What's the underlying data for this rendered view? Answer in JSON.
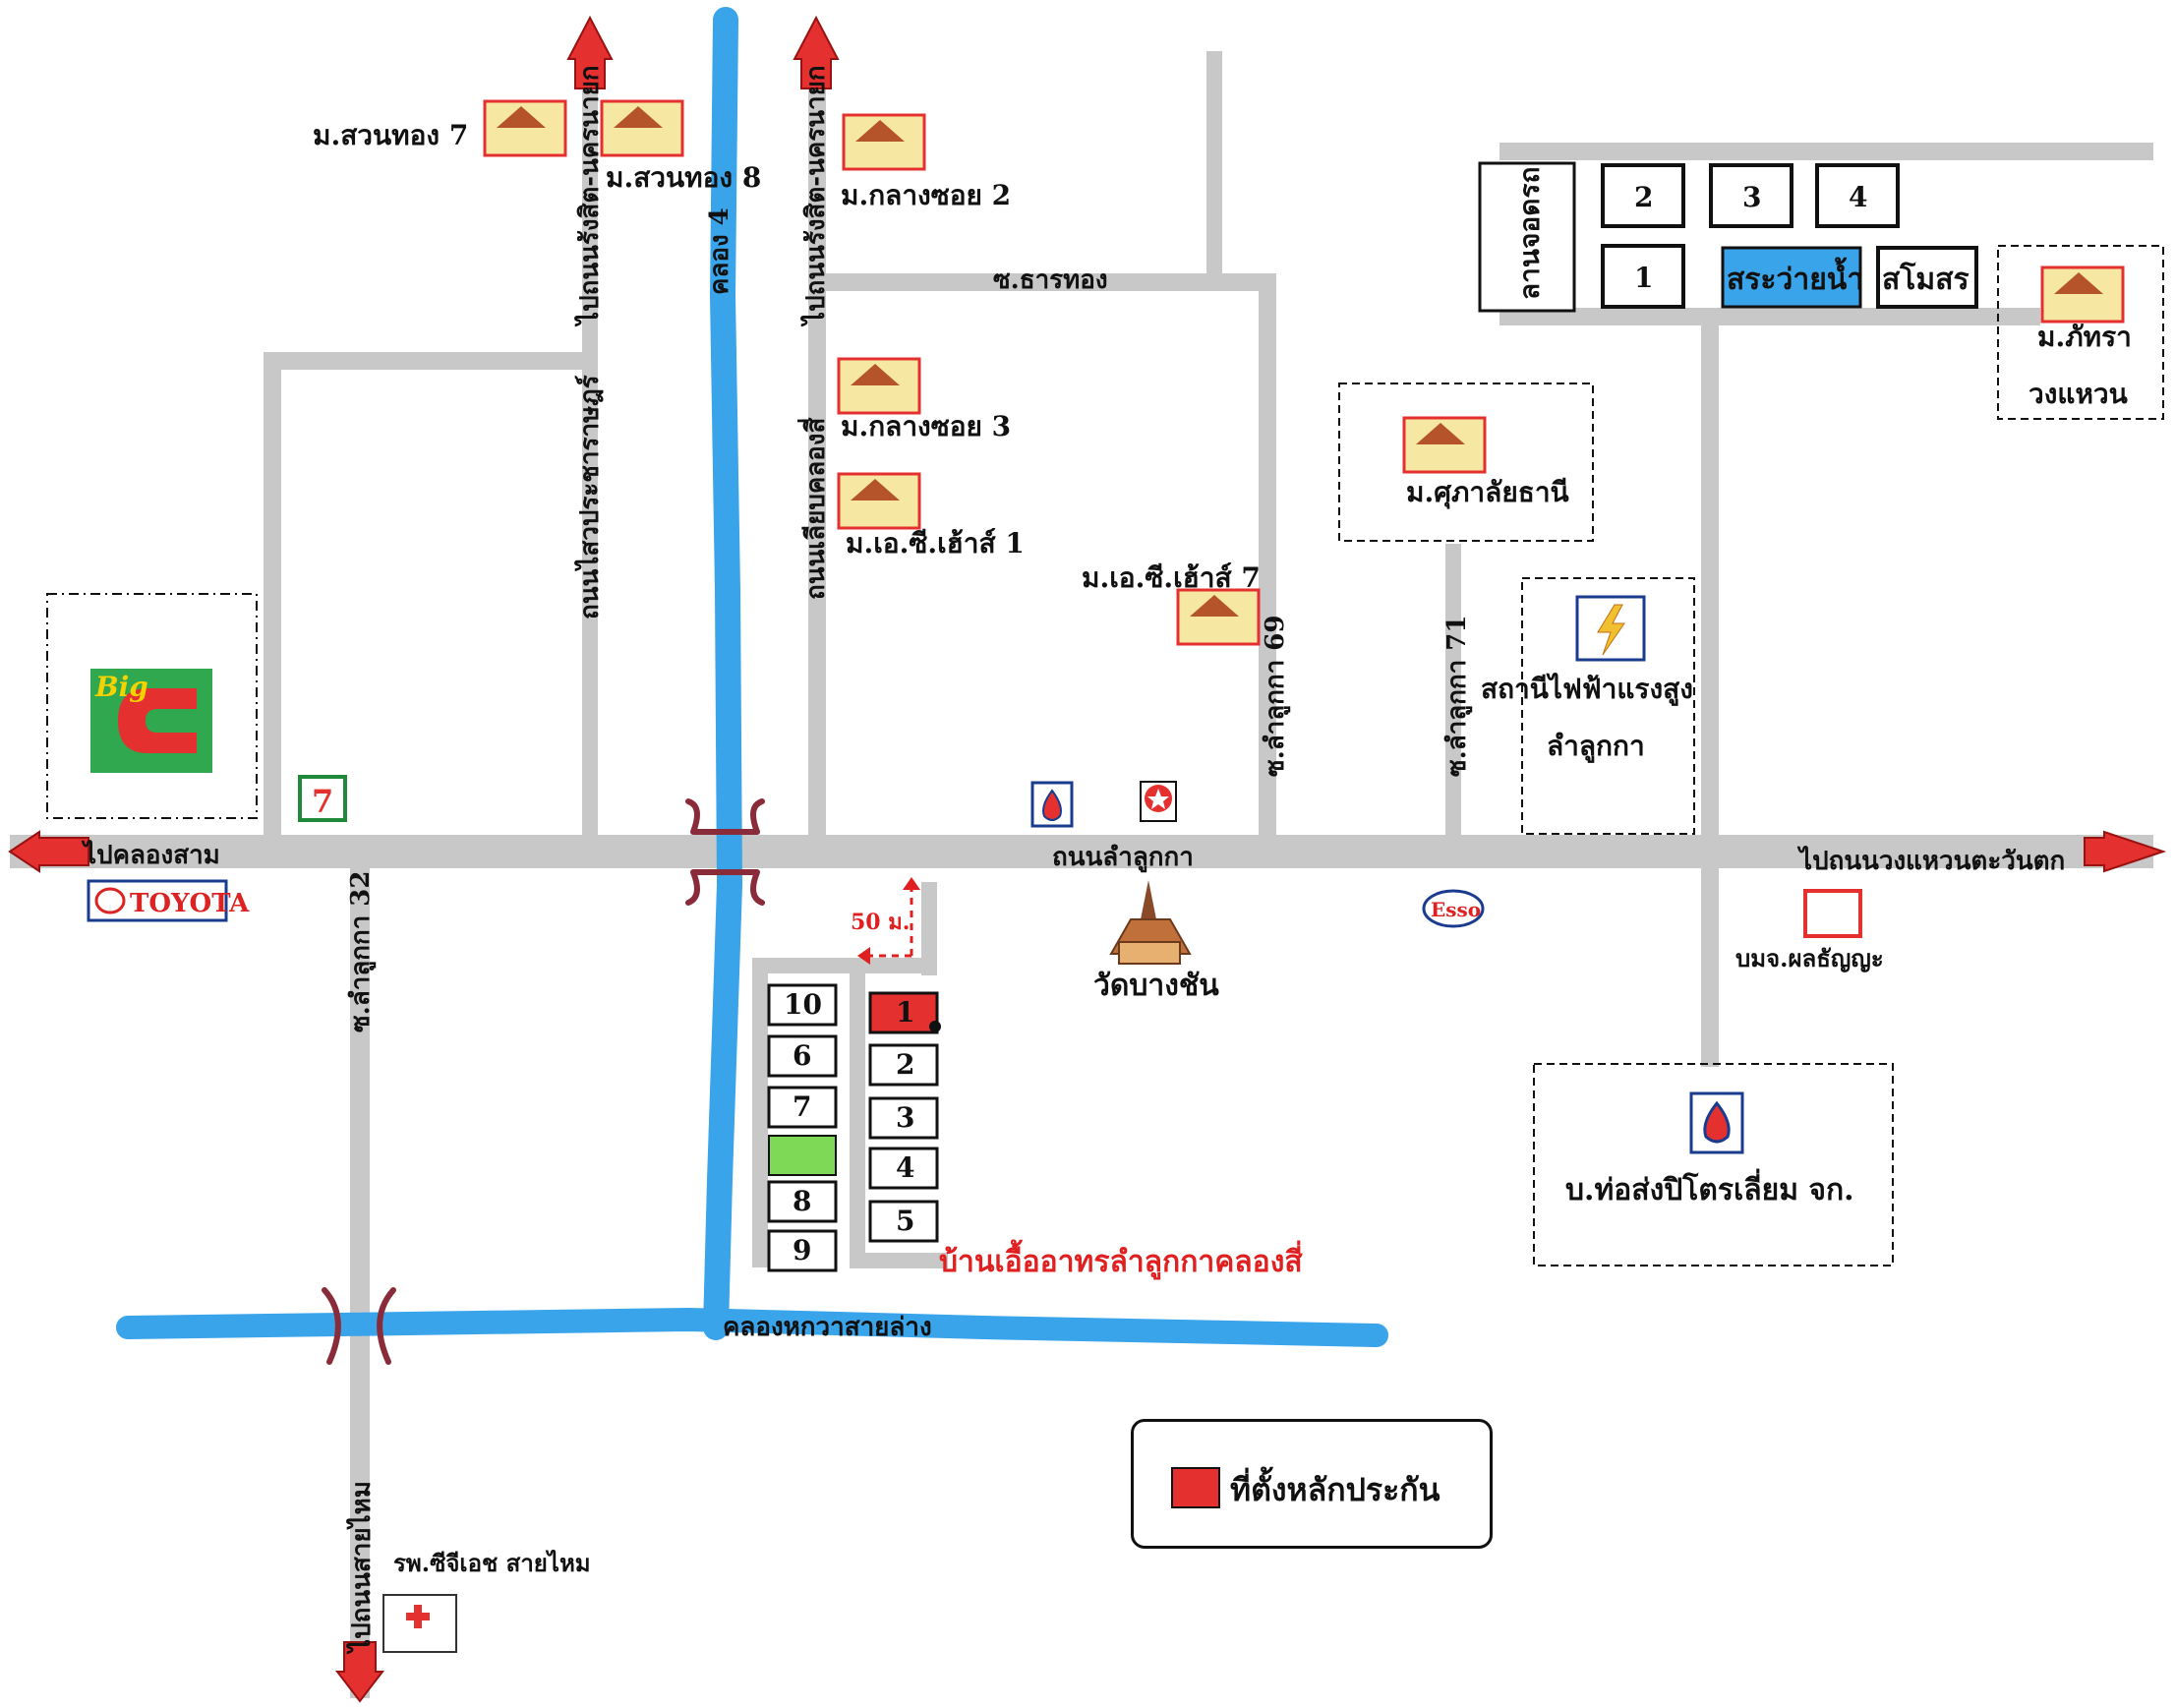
{
  "colors": {
    "road": "#c8c8c8",
    "canal": "#3aa4ea",
    "arrow": "#e53030",
    "collateral": "#e53030",
    "label_red": "#e02020",
    "empty_plot": "#7ed957",
    "pool": "#3aa4ea"
  },
  "labels": {
    "to_khlong_sam": "ไปคลองสาม",
    "to_outer_ring_west": "ไปถนนวงแหวนตะวันตก",
    "lam_luk_ka_road": "ถนนลำลูกกา",
    "soi_lam_luk_ka_32": "ซ.ลำลูกกา 32",
    "soi_lam_luk_ka_69": "ซ.ลำลูกกา 69",
    "soi_lam_luk_ka_71": "ซ.ลำลูกกา 71",
    "to_sai_mai_road": "ไปถนนสายไหม",
    "to_rangsit_nakhon_nayok_1": "ไปถนนรังสิต-นครนายก",
    "to_rangsit_nakhon_nayok_2": "ไปถนนรังสิต-นครนายก",
    "sai_prachathipat_road": "ถนนไสวประชาราษฎร์",
    "liab_khlong_si_road": "ถนนเลียบคลองสี่",
    "khlong_4": "คลอง 4",
    "khlong_hok_wa": "คลองหกวาสายล่าง",
    "soi_than_thong": "ซ.ธารทอง",
    "distance_50m": "50 ม.",
    "wat_bang_chan": "วัดบางชัน",
    "phon_thanya": "บมจ.ผลธัญญะ",
    "petroleum_pipeline": "บ.ท่อส่งปิโตรเลี่ยม จก.",
    "substation_1": "สถานีไฟฟ้าแรงสูง",
    "substation_2": "ลำลูกกา",
    "suphalai": "ม.ศุภาลัยธานี",
    "phattra_1": "ม.ภัทรา",
    "phattra_2": "วงแหวน",
    "suan_thong_7": "ม.สวนทอง 7",
    "suan_thong_8": "ม.สวนทอง 8",
    "klang_soi_2": "ม.กลางซอย 2",
    "klang_soi_3": "ม.กลางซอย 3",
    "ac_house_1": "ม.เอ.ซี.เฮ้าส์ 1",
    "ac_house_7": "ม.เอ.ซี.เฮ้าส์ 7",
    "hospital": "รพ.ซีจีเอช สายไหม",
    "project_name": "บ้านเอื้ออาทรลำลูกกาคลองสี่",
    "parking": "ลานจอดรถ",
    "pool": "สระว่ายน้ำ",
    "clubhouse": "สโมสร",
    "toyota": "TOYOTA",
    "big": "Big",
    "c_letter": "C",
    "esso": "Esso",
    "seven_eleven": "7"
  },
  "top_right_buildings": [
    "2",
    "3",
    "4",
    "1"
  ],
  "left_column_buildings": [
    "10",
    "6",
    "7",
    "8",
    "9"
  ],
  "right_column_buildings": [
    "1",
    "2",
    "3",
    "4",
    "5"
  ],
  "legend": {
    "collateral_label": "ที่ตั้งหลักประกัน"
  }
}
